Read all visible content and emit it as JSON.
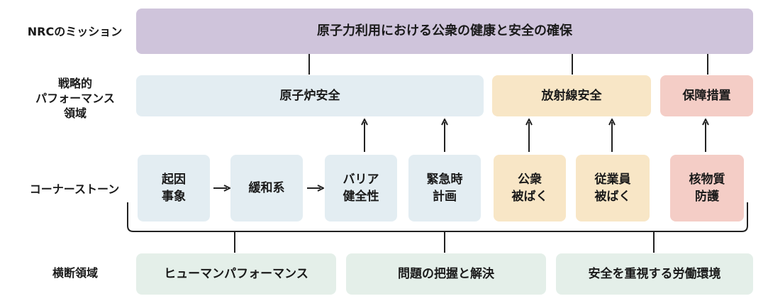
{
  "rows": {
    "mission": "NRCのミッション",
    "strategic": "戦略的\nパフォーマンス\n領域",
    "cornerstone": "コーナーストーン",
    "crosscutting": "横断領域"
  },
  "mission_text": "原子力利用における公衆の健康と安全の確保",
  "strategic_areas": {
    "reactor": "原子炉安全",
    "radiation": "放射線安全",
    "safeguards": "保障措置"
  },
  "cornerstones": {
    "initiating_events": "起因\n事象",
    "mitigating_systems": "緩和系",
    "barrier_integrity": "バリア\n健全性",
    "emergency_planning": "緊急時\n計画",
    "public_exposure": "公衆\n被ばく",
    "worker_exposure": "従業員\n被ばく",
    "physical_protection": "核物質\n防護"
  },
  "crosscutting_areas": {
    "human_performance": "ヒューマンパフォーマンス",
    "problem_identification": "問題の把握と解決",
    "safety_culture": "安全を重視する労働環境"
  },
  "colors": {
    "mission": "#cfc4db",
    "reactor": "#e3edf2",
    "radiation": "#f8e6c6",
    "safeguards": "#f4cdc6",
    "crosscutting": "#e4efe9"
  }
}
